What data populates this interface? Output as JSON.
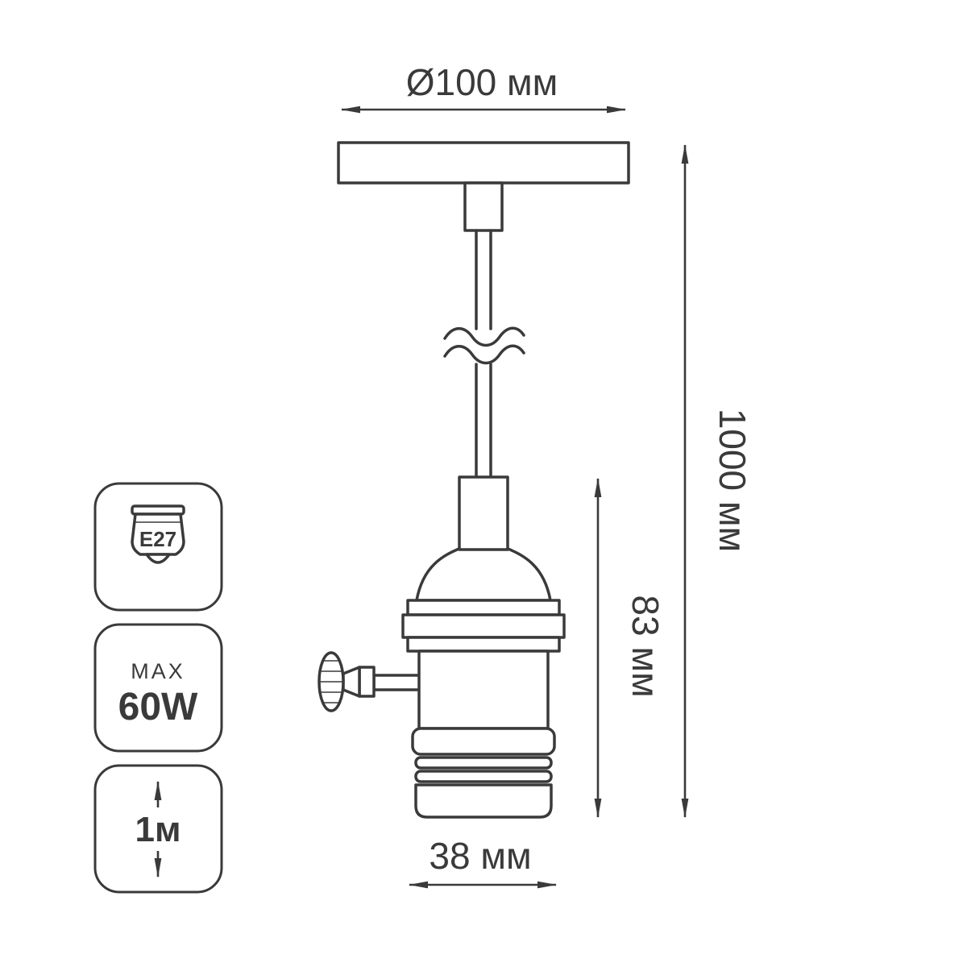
{
  "colors": {
    "line": "#3a3a3a",
    "background": "#ffffff"
  },
  "dimensions": {
    "plate_diameter": "Ø100 мм",
    "cable_length": "1000 мм",
    "socket_height": "83 мм",
    "socket_width": "38 мм"
  },
  "badges": {
    "socket_type": "E27",
    "max_power_label": "MAX",
    "max_power_value": "60W",
    "cable_length_short": "1м"
  }
}
